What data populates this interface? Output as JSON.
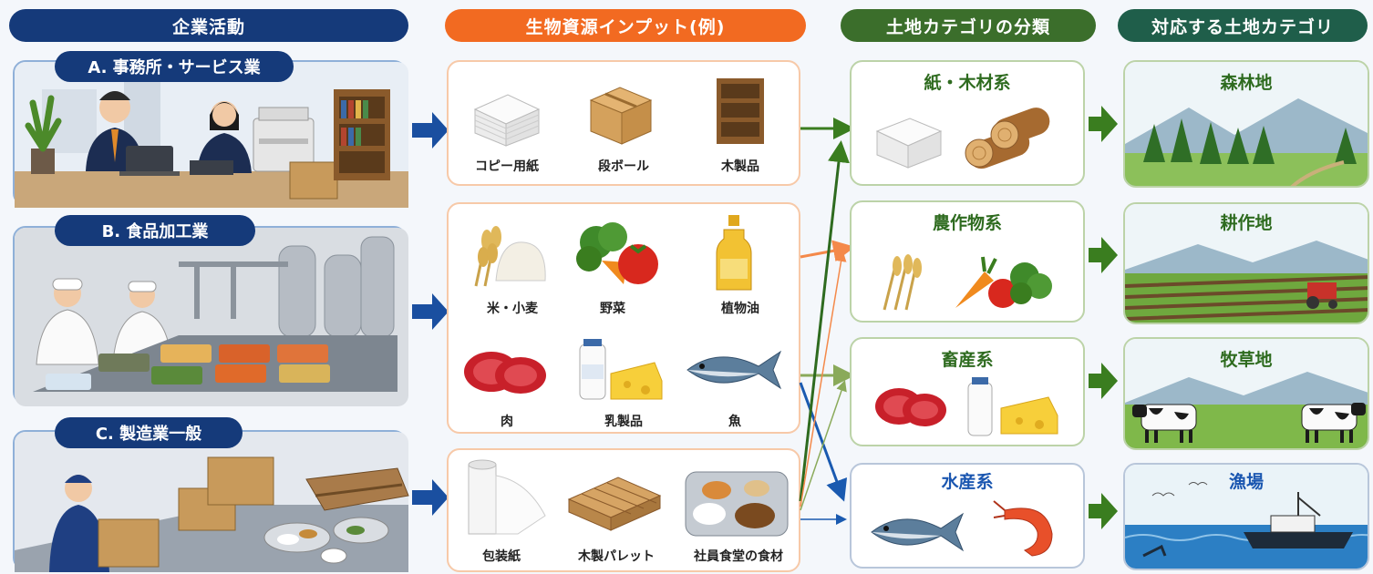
{
  "headers": {
    "col1": "企業活動",
    "col2": "生物資源インプット(例)",
    "col3": "土地カテゴリの分類",
    "col4": "対応する土地カテゴリ"
  },
  "activities": [
    {
      "label": "A. 事務所・サービス業"
    },
    {
      "label": "B. 食品加工業"
    },
    {
      "label": "C. 製造業一般"
    }
  ],
  "inputs": {
    "office": [
      "コピー用紙",
      "段ボール",
      "木製品"
    ],
    "food_row1": [
      "米・小麦",
      "野菜",
      "植物油"
    ],
    "food_row2": [
      "肉",
      "乳製品",
      "魚"
    ],
    "manufacturing": [
      "包装紙",
      "木製パレット",
      "社員食堂の食材"
    ]
  },
  "categories": [
    {
      "title": "紙・木材系",
      "color": "#2e6b1f"
    },
    {
      "title": "農作物系",
      "color": "#2e6b1f"
    },
    {
      "title": "畜産系",
      "color": "#2e6b1f"
    },
    {
      "title": "水産系",
      "color": "#1a56b0"
    }
  ],
  "land": [
    {
      "title": "森林地",
      "color": "#2e6b1f"
    },
    {
      "title": "耕作地",
      "color": "#2e6b1f"
    },
    {
      "title": "牧草地",
      "color": "#2e6b1f"
    },
    {
      "title": "漁場",
      "color": "#1a56b0"
    }
  ],
  "colors": {
    "navy": "#153a7a",
    "orange": "#f26a21",
    "green_dark": "#3b6e2b",
    "teal_dark": "#1f5e4a",
    "arrow_green": "#3a7d1f",
    "arrow_blue": "#1a4fa0"
  },
  "icons": [
    "paper-stack-icon",
    "cardboard-box-icon",
    "bookshelf-icon",
    "wheat-rice-icon",
    "vegetables-icon",
    "oil-bottle-icon",
    "meat-icon",
    "milk-cheese-icon",
    "fish-icon",
    "paper-roll-icon",
    "pallet-icon",
    "cafeteria-tray-icon",
    "logs-icon",
    "carrot-broccoli-icon",
    "shrimp-icon",
    "forest-icon",
    "farmland-icon",
    "pasture-cows-icon",
    "fishing-boat-icon"
  ]
}
